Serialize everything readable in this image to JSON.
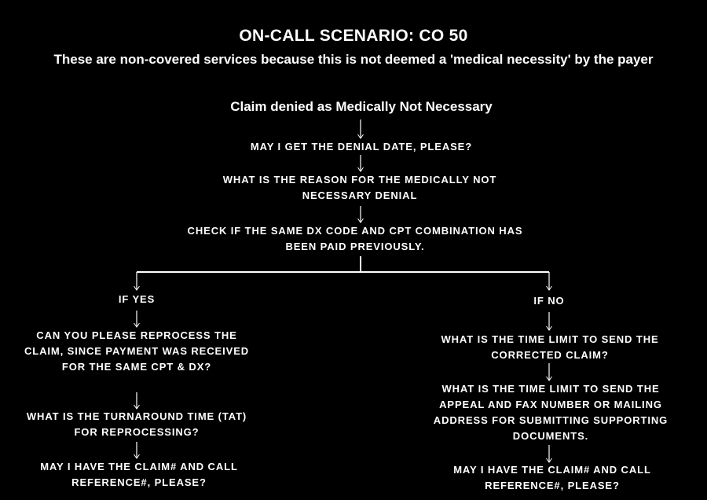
{
  "title": "ON-CALL SCENARIO: CO 50",
  "subtitle": "These are non-covered services because this is not deemed a 'medical necessity' by the payer",
  "claim": "Claim denied as Medically Not Necessary",
  "steps": {
    "denial_date": "MAY I GET THE DENIAL DATE, PLEASE?",
    "reason": "WHAT IS THE REASON FOR THE MEDICALLY NOT NECESSARY DENIAL",
    "check": "CHECK IF THE SAME DX CODE AND CPT COMBINATION HAS BEEN PAID PREVIOUSLY."
  },
  "yes_branch": {
    "label": "IF YES",
    "reprocess": "CAN YOU PLEASE REPROCESS THE CLAIM, SINCE PAYMENT WAS RECEIVED FOR THE SAME CPT & DX?",
    "tat": "WHAT IS THE TURNAROUND TIME (TAT) FOR REPROCESSING?",
    "claim_ref": "MAY I HAVE THE CLAIM# AND CALL REFERENCE#, PLEASE?"
  },
  "no_branch": {
    "label": "IF NO",
    "time_limit_corrected": "WHAT IS THE TIME LIMIT TO SEND THE CORRECTED CLAIM?",
    "time_limit_appeal": "WHAT IS THE TIME LIMIT TO SEND THE APPEAL AND FAX NUMBER OR MAILING ADDRESS FOR SUBMITTING SUPPORTING DOCUMENTS.",
    "claim_ref": "MAY I HAVE THE CLAIM# AND CALL REFERENCE#, PLEASE?"
  }
}
